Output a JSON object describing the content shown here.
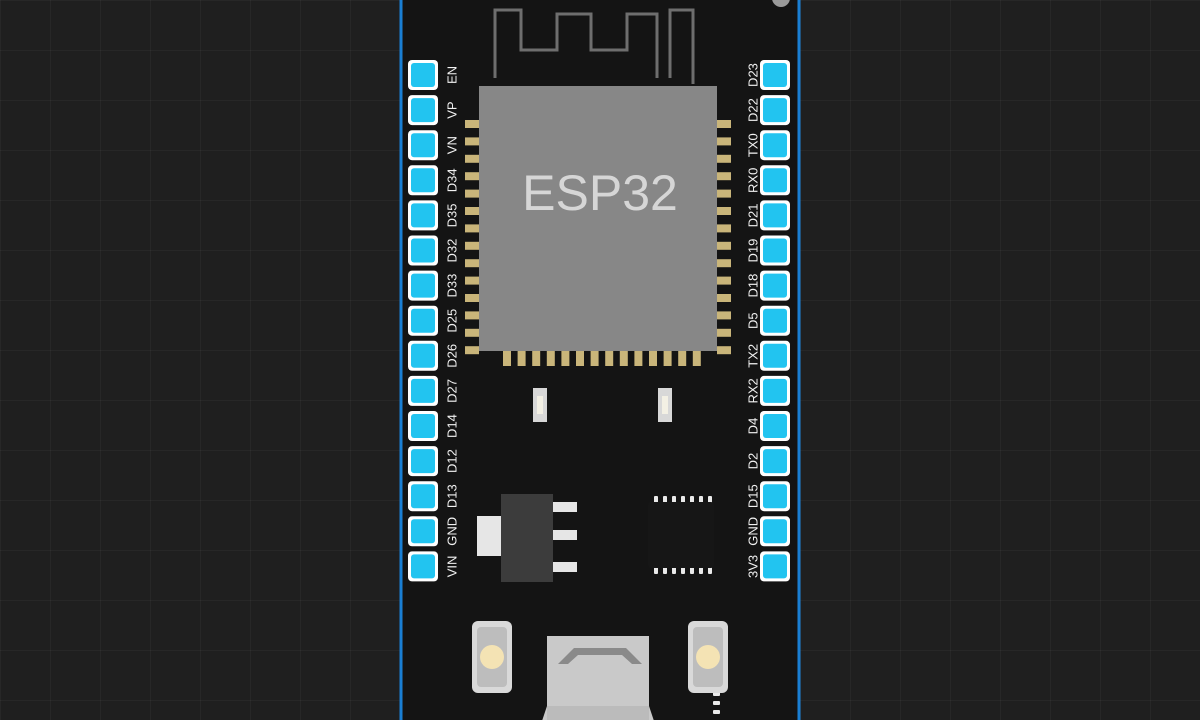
{
  "board": {
    "chip_label": "ESP32",
    "outline_color": "#1a7fd4",
    "pin_color": "#22c4f0",
    "left_pins": [
      "EN",
      "VP",
      "VN",
      "D34",
      "D35",
      "D32",
      "D33",
      "D25",
      "D26",
      "D27",
      "D14",
      "D12",
      "D13",
      "GND",
      "VIN"
    ],
    "right_pins": [
      "D23",
      "D22",
      "TX0",
      "RX0",
      "D21",
      "D19",
      "D18",
      "D5",
      "TX2",
      "RX2",
      "D4",
      "D2",
      "D15",
      "GND",
      "3V3"
    ]
  }
}
